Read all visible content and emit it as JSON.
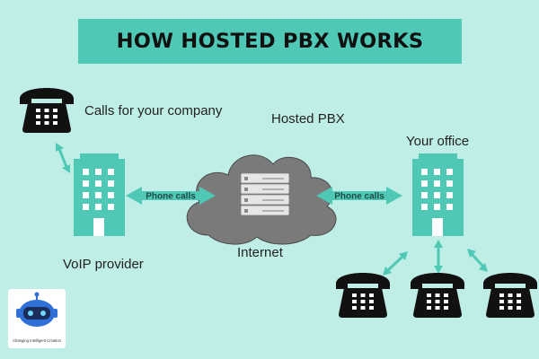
{
  "title": "HOW HOSTED PBX WORKS",
  "labels": {
    "calls_for_company": "Calls for your company",
    "hosted_pbx": "Hosted PBX",
    "your_office": "Your office",
    "internet": "Internet",
    "voip_provider": "VoIP provider"
  },
  "arrows": {
    "left_link": "Phone calls",
    "right_link": "Phone calls"
  },
  "logo": {
    "caption": "Changing Intelligent Creation"
  },
  "colors": {
    "background": "#bfeee6",
    "banner": "#4fc9b6",
    "building": "#4fc9b6",
    "cloud": "#7a7a7a",
    "phone": "#111111",
    "arrow": "#4fc9b6"
  }
}
